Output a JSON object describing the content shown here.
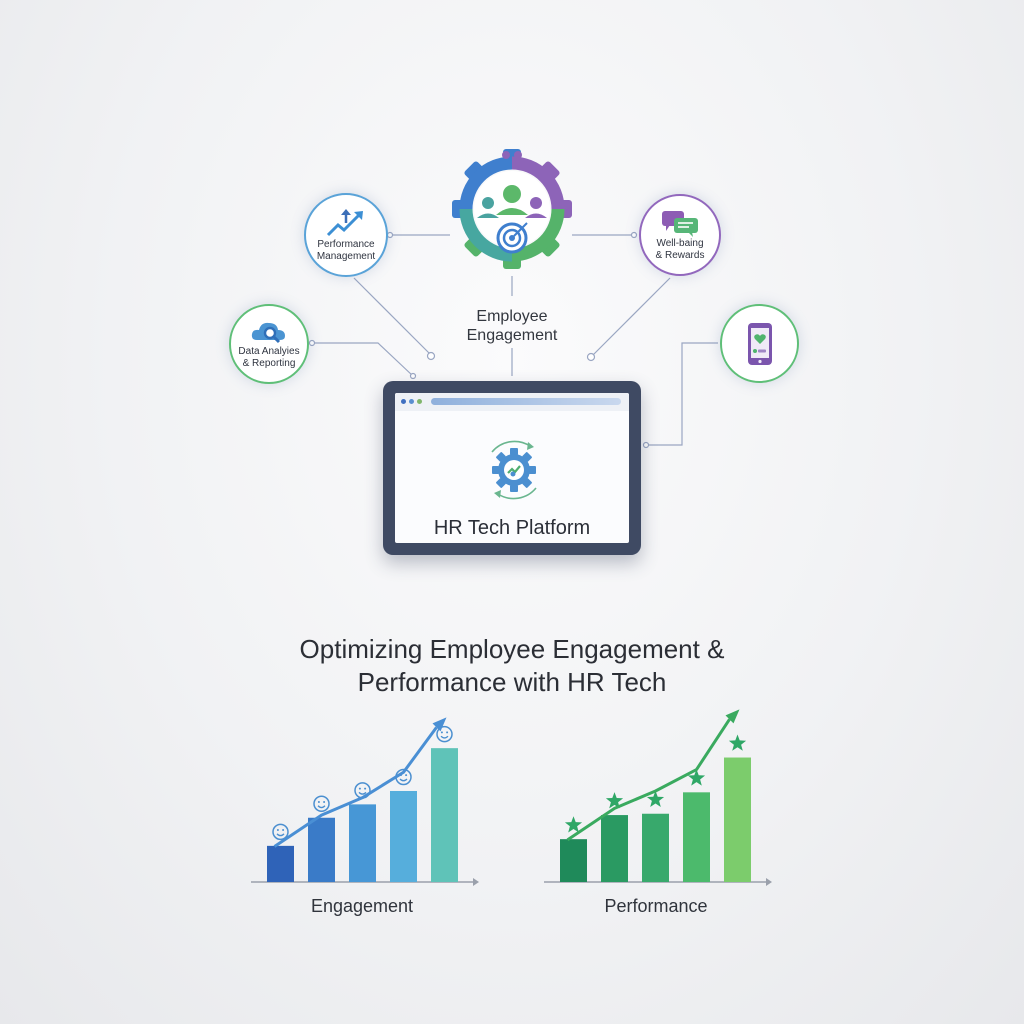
{
  "diagram": {
    "center_label": [
      "Employee",
      "Engagement"
    ],
    "platform_title": "HR Tech Platform",
    "nodes": {
      "performance": [
        "Performance",
        "Management"
      ],
      "wellbeing": [
        "Well-baing",
        "& Rewards"
      ],
      "analytics": [
        "Data Analyies",
        "& Reporting"
      ]
    },
    "main_title": [
      "Optimizing Employee Engagement &",
      "Performance with HR Tech"
    ]
  },
  "chart_data": [
    {
      "type": "bar",
      "xlabel": "Engagement",
      "categories": [
        "",
        "",
        "",
        "",
        ""
      ],
      "values": [
        27,
        48,
        58,
        68,
        100
      ],
      "trend": [
        28,
        50,
        63,
        82,
        120
      ],
      "ylim": [
        0,
        130
      ],
      "grid": false,
      "bar_colors": [
        "#2f63b8",
        "#3a7bc8",
        "#4797d6",
        "#56aedc",
        "#5fc3b8"
      ],
      "marker_icon": "smiley-icon",
      "marker_color": "#4b8fd0",
      "line_color": "#4a8fd4"
    },
    {
      "type": "bar",
      "xlabel": "Performance",
      "categories": [
        "",
        "",
        "",
        "",
        ""
      ],
      "values": [
        32,
        50,
        51,
        67,
        93
      ],
      "trend": [
        33,
        55,
        68,
        84,
        126
      ],
      "ylim": [
        0,
        130
      ],
      "grid": false,
      "bar_colors": [
        "#1f8a5a",
        "#2a9a62",
        "#38a96c",
        "#4cba6c",
        "#7ccc6c"
      ],
      "marker_icon": "star-icon",
      "marker_color": "#2fa766",
      "line_color": "#3aaa5f"
    }
  ]
}
